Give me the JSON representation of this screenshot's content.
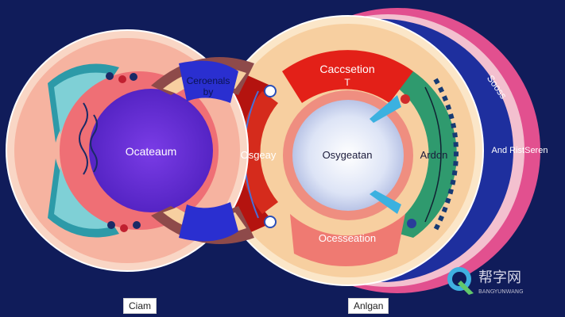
{
  "diagram": {
    "left_cell": {
      "center_label": "Ocateaum",
      "upper_label_line1": "Ceroenals",
      "upper_label_line2": "by"
    },
    "right_cell": {
      "top_label_line1": "Caccsetion",
      "top_label_line2": "T",
      "left_label": "Osgeay",
      "center_label": "Osygeatan",
      "right_label": "Ardon",
      "bottom_label": "Ocesseation",
      "outer_top_label": "Sooss",
      "outer_right_label": "And RistSeren"
    },
    "captions": {
      "left": "Ciam",
      "right": "Anlgan"
    },
    "watermark": {
      "brand": "帮字网",
      "sub": "BANGYUNWANG"
    }
  },
  "colors": {
    "background": "#101c5a",
    "left_outer": "#f6b3a0",
    "left_nucleus": "#6a2fd6",
    "right_cytoplasm": "#f7cfa0",
    "right_red": "#e32018",
    "right_green": "#2f9a6e",
    "right_center": "#dfe6f5",
    "outer_blue": "#1e2f9e",
    "outer_pink": "#e2508f"
  }
}
